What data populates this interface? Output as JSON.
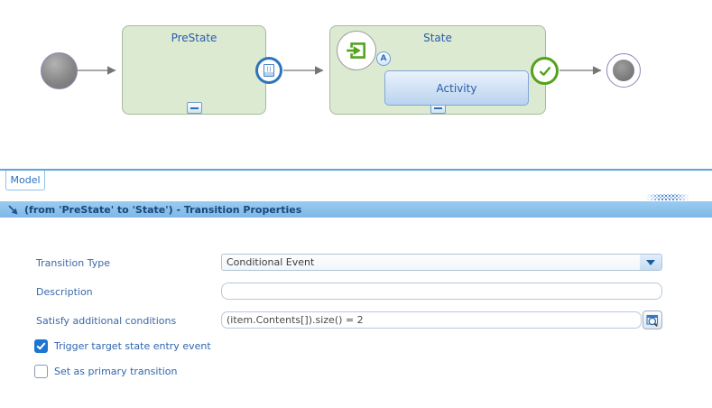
{
  "diagram": {
    "prestate": {
      "label": "PreState"
    },
    "state": {
      "label": "State"
    },
    "activity": {
      "label": "Activity"
    },
    "entry_badge_label": "A",
    "icons": {
      "start_node": "filled-gray-circle",
      "end_node": "bullseye-gray-circle",
      "conditional_event": "document-with-parentheses-in-blue-circle",
      "entry_event": "green-arrow-entering-square",
      "exit_check": "green-checkmark-circle",
      "collapse": "minus-button"
    }
  },
  "tab_bar": {
    "model_tab_label": "Model"
  },
  "properties": {
    "title": "(from 'PreState' to 'State') - Transition Properties",
    "title_icon": "diagonal-transition-arrow",
    "transition_type_label": "Transition Type",
    "transition_type_value": "Conditional Event",
    "description_label": "Description",
    "description_value": "",
    "conditions_label": "Satisfy additional conditions",
    "conditions_value": "(item.Contents[]).size() = 2",
    "browse_icon": "magnifier-over-window",
    "trigger_entry_label": "Trigger target state entry event",
    "trigger_entry_checked": true,
    "primary_label": "Set as primary transition",
    "primary_checked": false
  },
  "colors": {
    "header_bg": "#8ec2eb",
    "header_text": "#17487e",
    "node_fill": "#dcead2",
    "node_border": "#a6bc9d",
    "node_title_text": "#2a5caa",
    "activity_border": "#80a8d8",
    "green_accent": "#54a21c",
    "blue_accent": "#2d74b8",
    "checkbox_checked": "#1e74d2",
    "form_label_text": "#3a68a8",
    "tab_line": "#5aa7dd"
  }
}
